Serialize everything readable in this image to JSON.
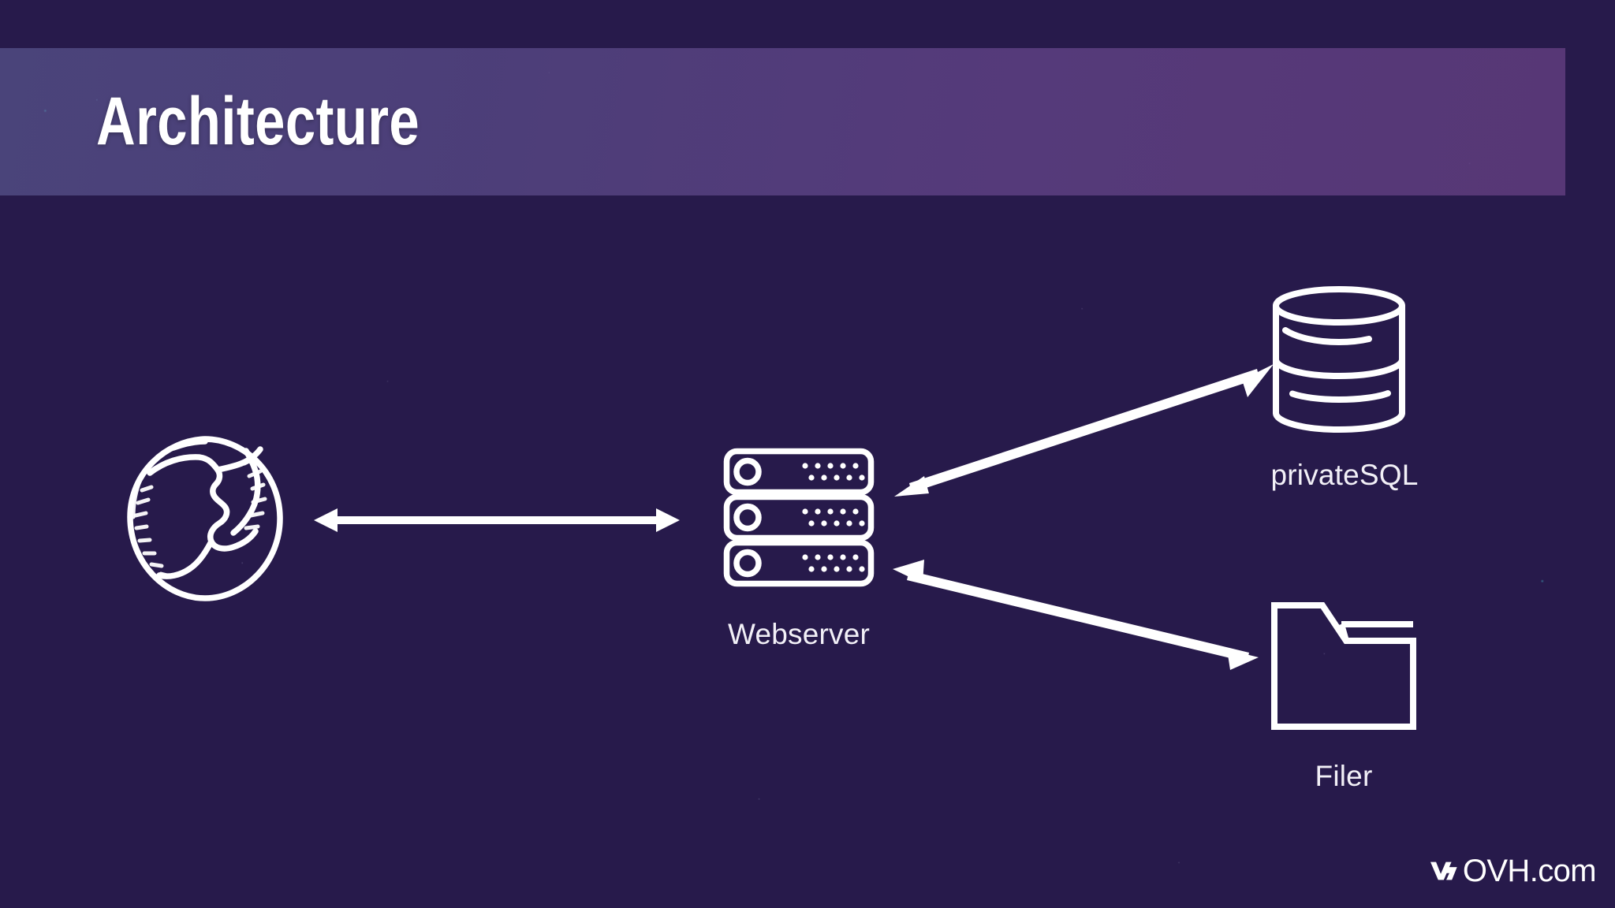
{
  "slide": {
    "title": "Architecture",
    "background_colors": {
      "deep_navy": "#16194a",
      "deep_purple": "#3d1847",
      "band_overlay": "#5d4f8c",
      "accent_teal": "#3cc8cd",
      "stroke_white": "#ffffff"
    }
  },
  "diagram": {
    "type": "architecture-flow",
    "nodes": [
      {
        "id": "browser",
        "icon": "globe-icon",
        "label": ""
      },
      {
        "id": "webserver",
        "icon": "server-icon",
        "label": "Webserver"
      },
      {
        "id": "database",
        "icon": "database-icon",
        "label": "privateSQL"
      },
      {
        "id": "filer",
        "icon": "folder-icon",
        "label": "Filer"
      }
    ],
    "connections": [
      {
        "id": "browser-webserver",
        "from": "browser",
        "to": "webserver",
        "direction": "bidirectional",
        "orientation": "horizontal"
      },
      {
        "id": "webserver-database",
        "from": "webserver",
        "to": "database",
        "direction": "bidirectional",
        "orientation": "diagonal-up"
      },
      {
        "id": "webserver-filer",
        "from": "webserver",
        "to": "filer",
        "direction": "bidirectional",
        "orientation": "diagonal-down"
      }
    ]
  },
  "footer": {
    "logo_mark": "ovh-logo-mark",
    "logo_text": "OVH.com"
  }
}
